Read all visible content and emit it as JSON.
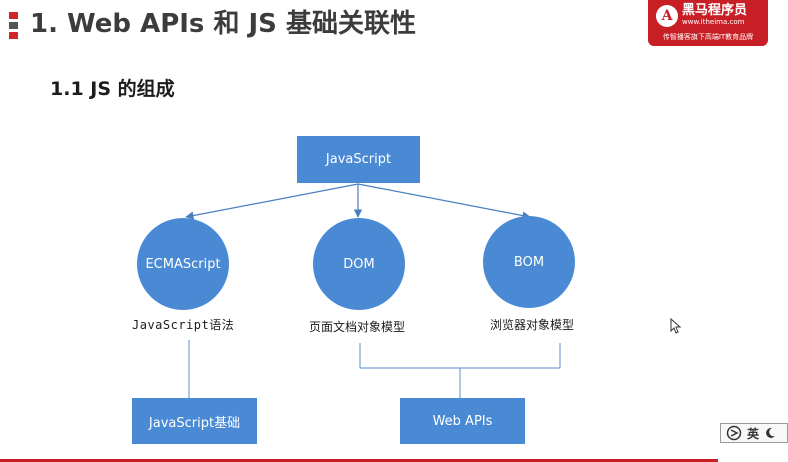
{
  "slide": {
    "title": "1. Web APIs 和 JS 基础关联性",
    "section_title": "1.1 JS 的组成"
  },
  "logo": {
    "initial": "A",
    "name": "黑马程序员",
    "url": "www.itheima.com",
    "slogan": "传智播客旗下高端IT教育品牌"
  },
  "diagram": {
    "root": "JavaScript",
    "children": [
      {
        "name": "ECMAScript",
        "label": "JavaScript语法"
      },
      {
        "name": "DOM",
        "label": "页面文档对象模型"
      },
      {
        "name": "BOM",
        "label": "浏览器对象模型"
      }
    ],
    "groups": [
      {
        "label": "JavaScript基础"
      },
      {
        "label": "Web APIs"
      }
    ]
  },
  "ime": {
    "lang": "英"
  },
  "colors": {
    "node_fill": "#4a8ad4",
    "connector": "#4a7fc1",
    "group_connector": "#5b8fcf",
    "brand_red": "#c81f26",
    "title_mark_red": "#d0252b",
    "title_mark_dark": "#555555"
  }
}
